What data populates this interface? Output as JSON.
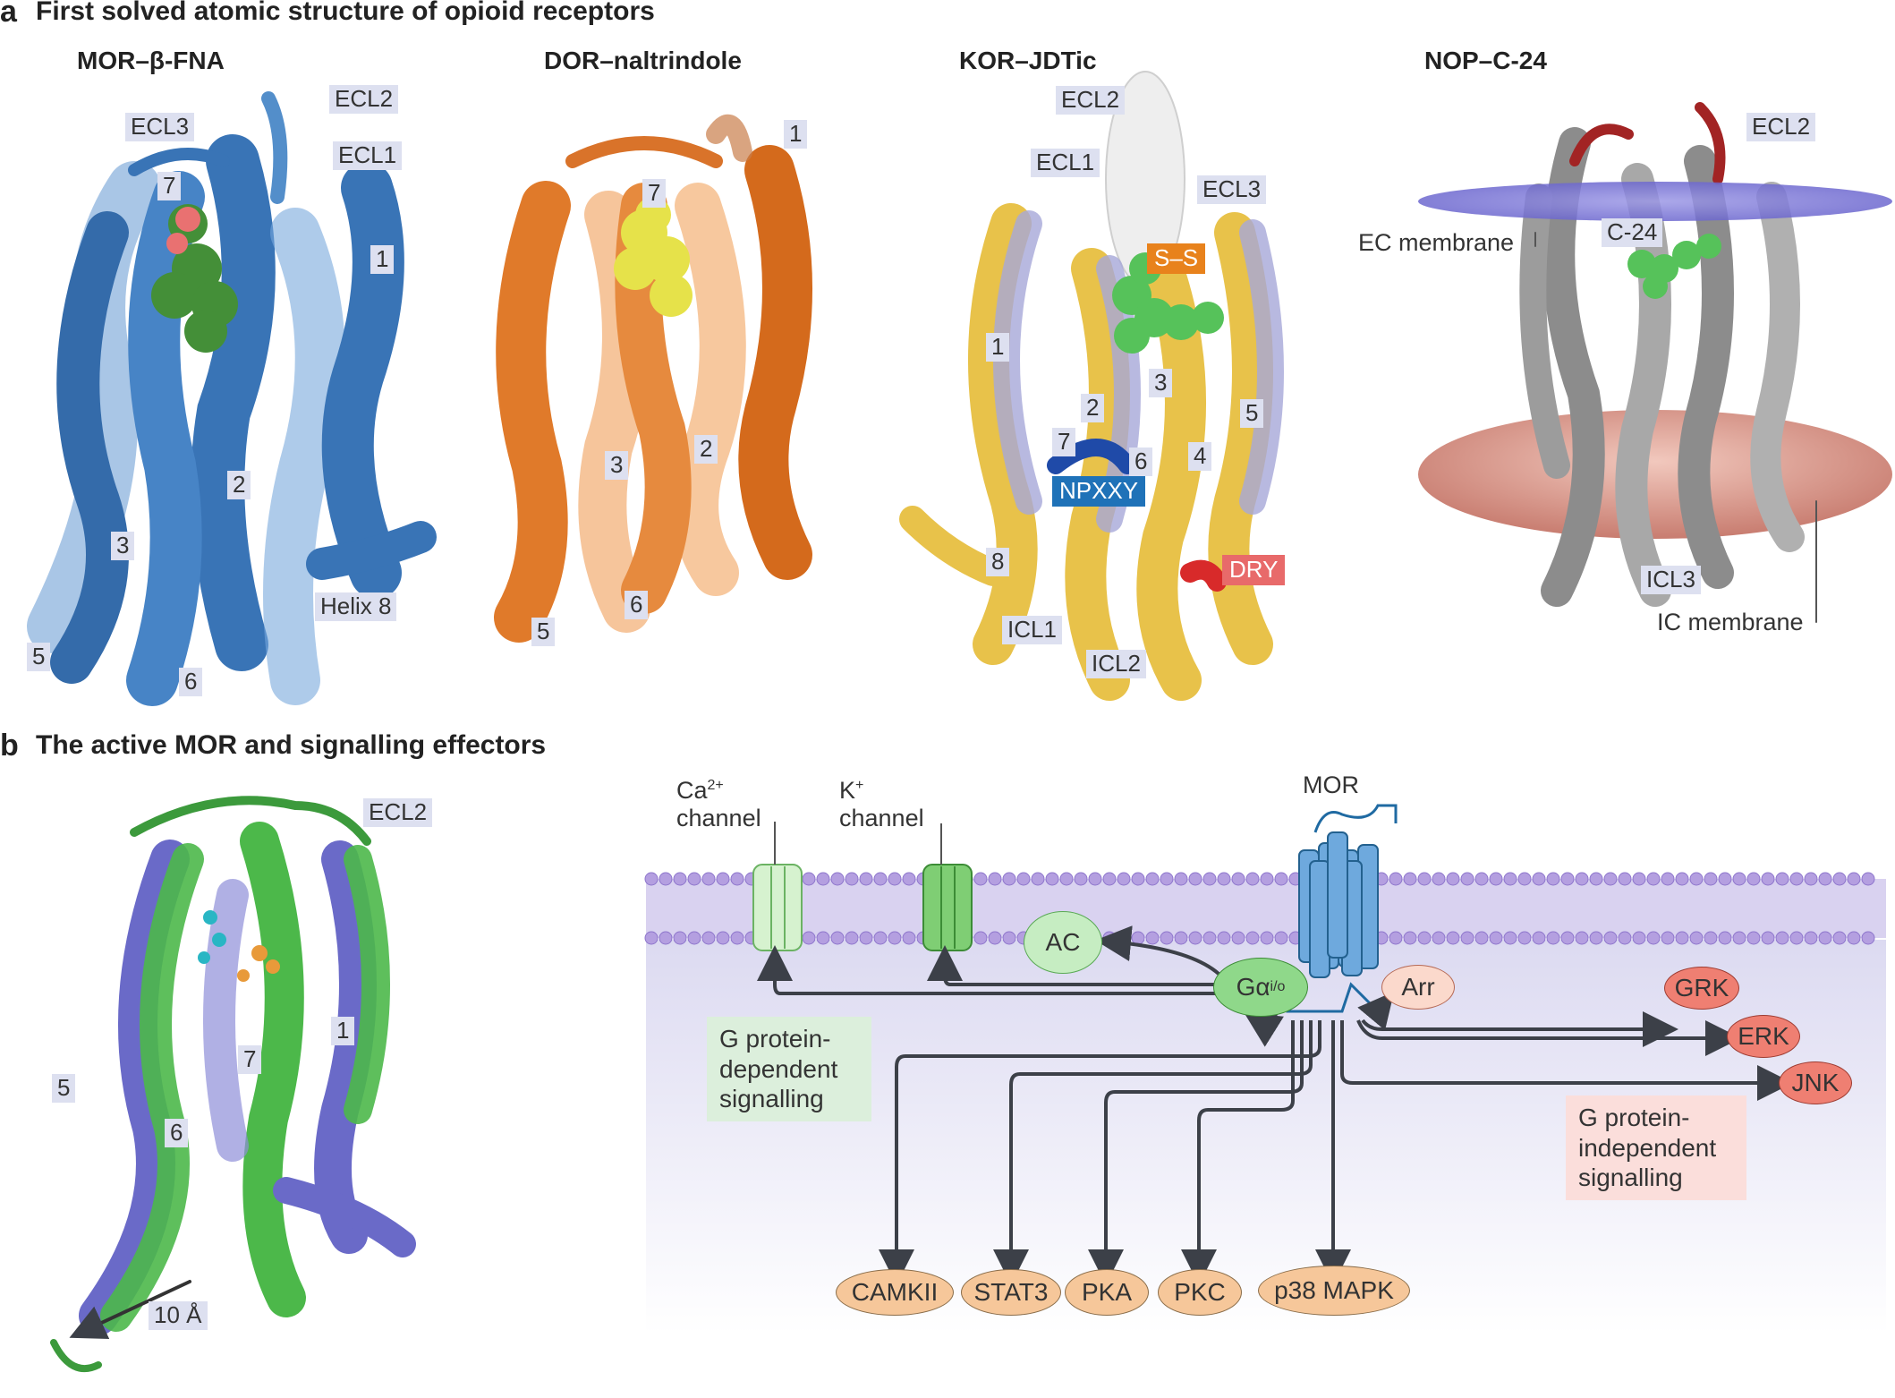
{
  "panel_a": {
    "letter": "a",
    "title": "First solved atomic structure of opioid receptors",
    "structures": [
      {
        "title": "MOR–β-FNA",
        "labels": {
          "ecl3": "ECL3",
          "ecl2": "ECL2",
          "ecl1": "ECL1",
          "h7": "7",
          "h1": "1",
          "h2": "2",
          "h3": "3",
          "h5": "5",
          "h6": "6",
          "helix8": "Helix 8"
        }
      },
      {
        "title": "DOR–naltrindole",
        "labels": {
          "h1": "1",
          "h7": "7",
          "h3": "3",
          "h2": "2",
          "h5": "5",
          "h6": "6"
        }
      },
      {
        "title": "KOR–JDTic",
        "labels": {
          "ecl2": "ECL2",
          "ecl1": "ECL1",
          "ecl3": "ECL3",
          "ss": "S–S",
          "h1": "1",
          "h2": "2",
          "h3": "3",
          "h5": "5",
          "h7": "7",
          "h6": "6",
          "h4": "4",
          "npxxy": "NPXXY",
          "h8": "8",
          "dry": "DRY",
          "icl1": "ICL1",
          "icl2": "ICL2"
        }
      },
      {
        "title": "NOP–C-24",
        "labels": {
          "ecl2": "ECL2",
          "ec_membrane": "EC membrane",
          "ligand": "C-24",
          "icl3": "ICL3",
          "ic_membrane": "IC membrane"
        }
      }
    ]
  },
  "panel_b": {
    "letter": "b",
    "title": "The active MOR and signalling effectors",
    "structure_labels": {
      "ecl2": "ECL2",
      "h1": "1",
      "h7": "7",
      "h5": "5",
      "h6": "6",
      "shift": "10 Å"
    },
    "diagram": {
      "mor": "MOR",
      "ca_channel_line1": "Ca",
      "ca_channel_sup": "2+",
      "ca_channel_line2": "channel",
      "k_channel_line1": "K",
      "k_channel_sup": "+",
      "k_channel_line2": "channel",
      "ac": "AC",
      "galpha": "Gα",
      "galpha_sub": "i/o",
      "arr": "Arr",
      "grk": "GRK",
      "erk": "ERK",
      "jnk": "JNK",
      "g_dependent": [
        "G protein-",
        "dependent",
        "signalling"
      ],
      "g_independent": [
        "G protein-",
        "independent",
        "signalling"
      ],
      "effectors": [
        "CAMKII",
        "STAT3",
        "PKA",
        "PKC",
        "p38 MAPK"
      ]
    }
  },
  "colors": {
    "mor_blue": "#2f6db3",
    "dor_orange": "#e07a2a",
    "kor_yellow": "#e8c24a",
    "kor_lavender": "#a6a8d8",
    "nop_grey": "#9a9a9a",
    "ec_membrane": "#7b78d6",
    "ic_membrane": "#c9786a",
    "ligand_green": "#3c9a3c",
    "ligand_yellow": "#e6e24a",
    "npxxy_bg": "#1f72b8",
    "ss_bg": "#e8821c",
    "dry_bg": "#e86a6a",
    "cytoplasm": "#ecebf7",
    "gprotein_green": "#8fd88a",
    "effector_orange": "#f6c79a",
    "kinase_red": "#ef7f72"
  }
}
